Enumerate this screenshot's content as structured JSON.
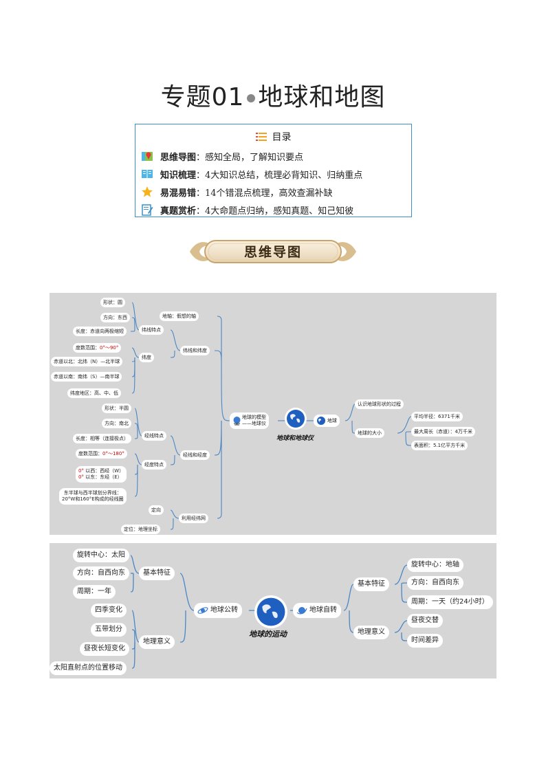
{
  "title": {
    "main": "专题01",
    "suffix": "地球和地图"
  },
  "toc": {
    "heading": "目录",
    "items": [
      {
        "name": "思维导图",
        "desc": "：感知全局，了解知识要点"
      },
      {
        "name": "知识梳理",
        "desc": "：4大知识总结，梳理必背知识、归纳重点"
      },
      {
        "name": "易混易错",
        "desc": "：14个错混点梳理，高效查漏补缺"
      },
      {
        "name": "真题赏析",
        "desc": "：4大命题点归纳，感知真题、知己知彼"
      }
    ]
  },
  "banner": "思维导图",
  "map1": {
    "center": "地球和地球仪",
    "model": [
      "地球的模型",
      "——地球仪"
    ],
    "earth": "地球",
    "axis": "地轴：假想的轴",
    "lat_lon": "纬线和纬度",
    "lat_line": "纬线特点",
    "lat_line_items": [
      "形状：圆",
      "方向：东西",
      "长度：赤道向两极缩短"
    ],
    "latitude": "纬度",
    "lat_items": [
      "度数范围：",
      "0°～90°",
      "赤道以北：北纬（N）—北半球",
      "赤道以南：南纬（S）—南半球",
      "纬度地区：高、中、低"
    ],
    "lon_lat": "经线和经度",
    "lon_line": "经线特点",
    "lon_line_items": [
      "形状：半圆",
      "方向：南北",
      "长度：相等（连接极点）"
    ],
    "longitude": "经度特点",
    "lon_items": [
      "度数范围：",
      "0°～180°",
      "0°",
      "以西：西经（W）",
      "0°",
      "以东：东经（E）",
      "东半球与西半球划分界线：",
      "20°W和160°E构成的经线圈"
    ],
    "grid": "利用经纬网",
    "locate": "定向",
    "coords": "定位：地理坐标",
    "shape": "认识地球形状的过程",
    "size": "地球的大小",
    "size_items": [
      "平均半径：6371千米",
      "最大周长（赤道）：4万千米",
      "表面积：5.1亿平方千米"
    ]
  },
  "map2": {
    "center": "地球的运动",
    "revolution": "地球公转",
    "rev_basic": "基本特征",
    "rev_basic_items": [
      "旋转中心：太阳",
      "方向：自西向东",
      "周期：一年"
    ],
    "rev_meaning": "地理意义",
    "rev_meaning_items": [
      "四季变化",
      "五带划分",
      "昼夜长短变化",
      "太阳直射点的位置移动"
    ],
    "rotation": "地球自转",
    "rot_basic": "基本特征",
    "rot_basic_items": [
      "旋转中心：地轴",
      "方向：自西向东",
      "周期：一天（约24小时）"
    ],
    "rot_meaning": "地理意义",
    "rot_meaning_items": [
      "昼夜交替",
      "时间差异"
    ]
  }
}
